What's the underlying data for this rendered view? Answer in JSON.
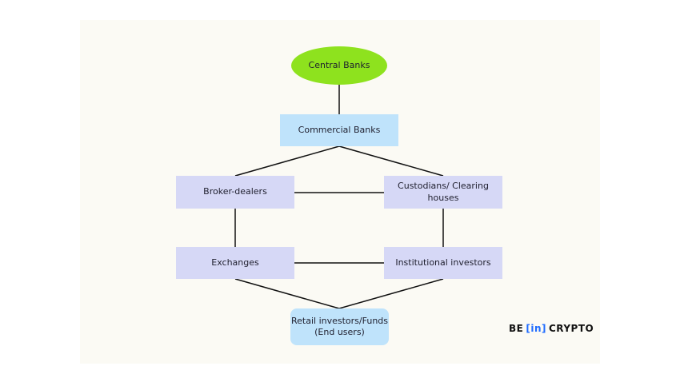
{
  "nodes": {
    "central_banks": "Central Banks",
    "commercial_banks": "Commercial Banks",
    "broker_dealers": "Broker-dealers",
    "custodians": "Custodians/ Clearing houses",
    "exchanges": "Exchanges",
    "institutional": "Institutional investors",
    "retail_line1": "Retail investors/Funds",
    "retail_line2": "(End users)"
  },
  "logo": {
    "left": "BE",
    "middle": "[in]",
    "right": "CRYPTO"
  },
  "colors": {
    "central": "#8ee21e",
    "blue_box": "#bfe3fb",
    "lavender_box": "#d6d8f6",
    "line": "#111111",
    "logo_accent": "#1e6bff"
  }
}
